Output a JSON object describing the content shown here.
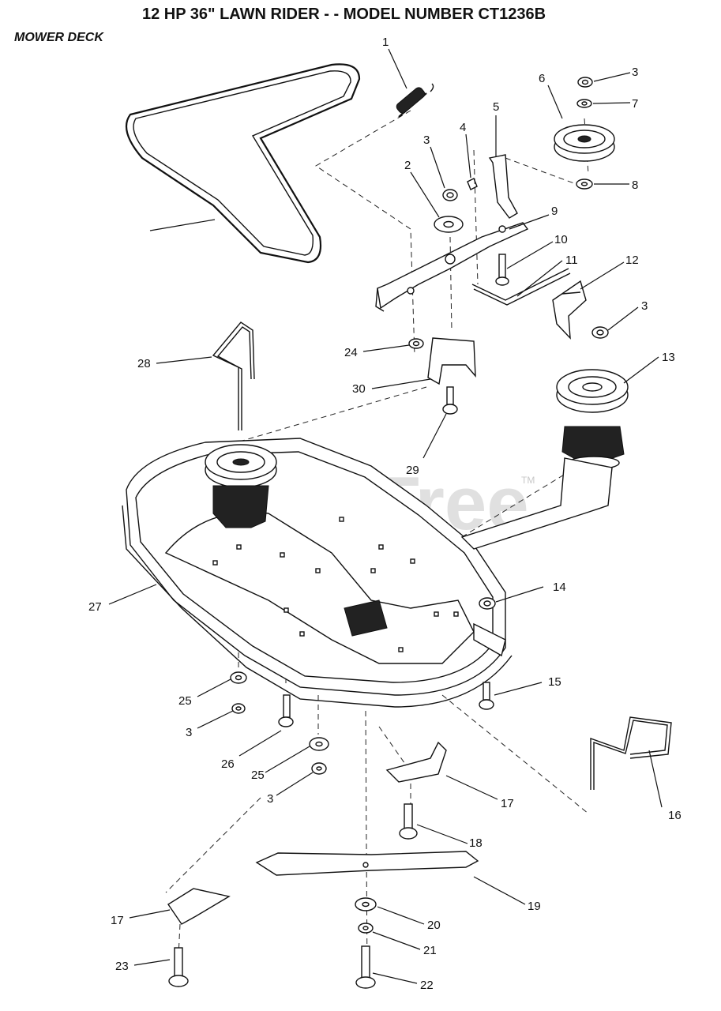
{
  "header": {
    "title": "12 HP 36\" LAWN RIDER - - MODEL NUMBER CT1236B",
    "section": "MOWER DECK"
  },
  "watermark": {
    "text": "PartsTree",
    "trademark": "TM"
  },
  "callouts": [
    "1",
    "2",
    "3",
    "4",
    "5",
    "6",
    "3",
    "7",
    "8",
    "9",
    "10",
    "11",
    "12",
    "3",
    "13",
    "24",
    "28",
    "30",
    "29",
    "27",
    "14",
    "15",
    "25",
    "3",
    "26",
    "25",
    "3",
    "17",
    "16",
    "18",
    "19",
    "17",
    "20",
    "21",
    "23",
    "22"
  ],
  "colors": {
    "ink": "#111111",
    "watermark": "#c8c8c8"
  }
}
